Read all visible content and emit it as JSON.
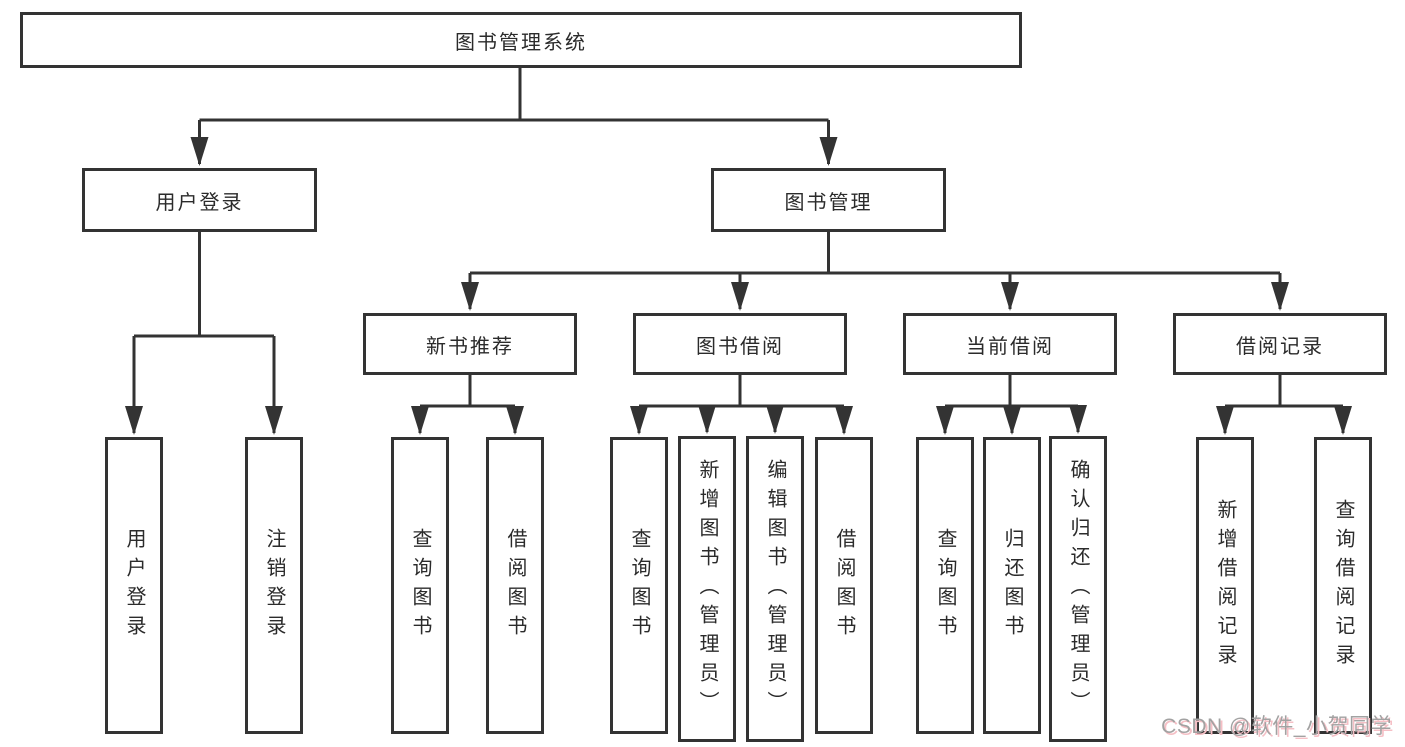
{
  "diagram": {
    "root": {
      "label": "图书管理系统"
    },
    "branches": [
      {
        "label": "用户登录",
        "children": [
          {
            "label": "用户登录"
          },
          {
            "label": "注销登录"
          }
        ]
      },
      {
        "label": "图书管理",
        "children": [
          {
            "label": "新书推荐",
            "children": [
              {
                "label": "查询图书"
              },
              {
                "label": "借阅图书"
              }
            ]
          },
          {
            "label": "图书借阅",
            "children": [
              {
                "label": "查询图书"
              },
              {
                "label": "新增图书（管理员）"
              },
              {
                "label": "编辑图书（管理员）"
              },
              {
                "label": "借阅图书"
              }
            ]
          },
          {
            "label": "当前借阅",
            "children": [
              {
                "label": "查询图书"
              },
              {
                "label": "归还图书"
              },
              {
                "label": "确认归还（管理员）"
              }
            ]
          },
          {
            "label": "借阅记录",
            "children": [
              {
                "label": "新增借阅记录"
              },
              {
                "label": "查询借阅记录"
              }
            ]
          }
        ]
      }
    ]
  },
  "watermark": {
    "text": "CSDN @软件_小贺同学"
  },
  "colors": {
    "line": "#333333",
    "text": "#2b2b2b",
    "background": "#ffffff",
    "watermark_text": "#a2a2a2",
    "watermark_shadow": "#f5bfc5"
  }
}
